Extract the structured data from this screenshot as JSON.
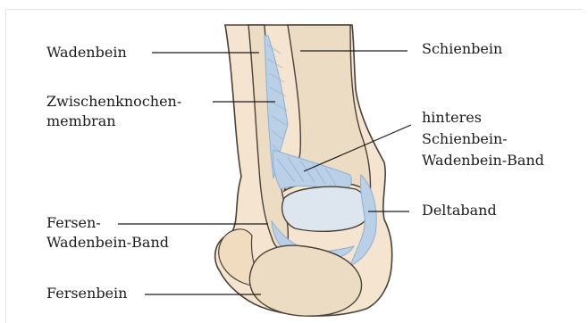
{
  "labels": {
    "wadenbein": "Wadenbein",
    "zwischenknochen_line1": "Zwischenknochen-",
    "zwischenknochen_line2": "membran",
    "fersen_wadenbein_line1": "Fersen-",
    "fersen_wadenbein_line2": "Wadenbein-Band",
    "fersenbein": "Fersenbein",
    "schienbein": "Schienbein",
    "hinteres_line1": "hinteres",
    "hinteres_line2": "Schienbein-",
    "hinteres_line3": "Wadenbein-Band",
    "deltaband": "Deltaband"
  },
  "colors": {
    "bone": "#ecdcc4",
    "bone_outline": "#4a4238",
    "skin": "#f5e4cf",
    "ligament": "#b9d0e6",
    "ligament_line": "#8fb0d2",
    "cartilage": "#dde6ee",
    "leader_line": "#1c1c1c"
  }
}
